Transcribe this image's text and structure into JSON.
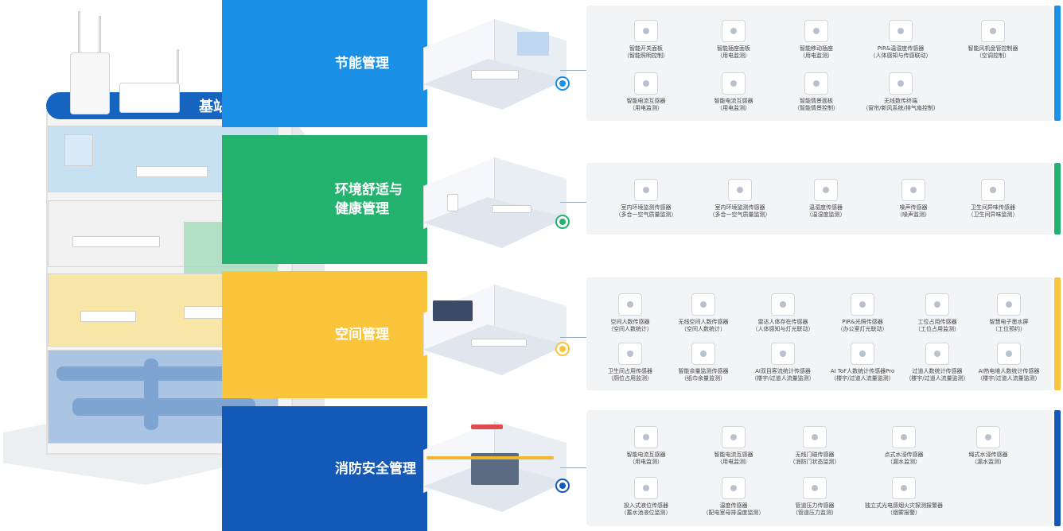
{
  "gateway": {
    "label": "基站网关"
  },
  "categories": [
    {
      "label_lines": [
        "节能管理"
      ],
      "color": "#1a90e6"
    },
    {
      "label_lines": [
        "环境舒适与",
        "健康管理"
      ],
      "color": "#24b36f"
    },
    {
      "label_lines": [
        "空间管理"
      ],
      "color": "#fac53a"
    },
    {
      "label_lines": [
        "消防安全管理"
      ],
      "color": "#1559b8"
    }
  ],
  "panels": [
    {
      "accent": "#1a90e6",
      "sensors": [
        {
          "name": "智能开关面板",
          "sub": "（智能照明控制）"
        },
        {
          "name": "智能插座面板",
          "sub": "（用电监测）"
        },
        {
          "name": "智能移动插座",
          "sub": "（用电监测）"
        },
        {
          "name": "PIR&温湿度传感器",
          "sub": "（人体感知与传感联动）"
        },
        {
          "name": "智能风机盘管控制器",
          "sub": "（空调控制）"
        },
        {
          "name": "智能电流互感器",
          "sub": "（用电监测）"
        },
        {
          "name": "智能电流互感器",
          "sub": "（用电监测）"
        },
        {
          "name": "智能情景面板",
          "sub": "（智能情景控制）"
        },
        {
          "name": "无线数传终端",
          "sub": "（窗帘/新风系统/排气扇控制）"
        }
      ]
    },
    {
      "accent": "#24b36f",
      "sensors": [
        {
          "name": "室内环境监测传感器",
          "sub": "（多合一空气质量监测）"
        },
        {
          "name": "室内环境监测传感器",
          "sub": "（多合一空气质量监测）"
        },
        {
          "name": "温湿度传感器",
          "sub": "（温湿度监测）"
        },
        {
          "name": "噪声传感器",
          "sub": "（噪声监测）"
        },
        {
          "name": "卫生间异味传感器",
          "sub": "（卫生间异味监测）"
        }
      ]
    },
    {
      "accent": "#fac53a",
      "sensors": [
        {
          "name": "空间人数传感器",
          "sub": "（空间人数统计）"
        },
        {
          "name": "无线空间人数传感器",
          "sub": "（空间人数统计）"
        },
        {
          "name": "雷达人体存在传感器",
          "sub": "（人体感知与灯光联动）"
        },
        {
          "name": "PIR&光照传感器",
          "sub": "（办公室灯光联动）"
        },
        {
          "name": "工位占用传感器",
          "sub": "（工位占用监测）"
        },
        {
          "name": "智慧电子墨水屏",
          "sub": "（工位预约）"
        },
        {
          "name": "卫生间占用传感器",
          "sub": "（厕位占用监测）"
        },
        {
          "name": "智能余量监测传感器",
          "sub": "（纸巾余量监测）"
        },
        {
          "name": "AI双目客流统计传感器",
          "sub": "（楼宇/过道人流量监测）"
        },
        {
          "name": "AI ToF人数统计传感器Pro",
          "sub": "（楼宇/过道人流量监测）"
        },
        {
          "name": "过道人数统计传感器",
          "sub": "（楼宇/过道人流量监测）"
        },
        {
          "name": "AI热电堆人数统计传感器",
          "sub": "（楼宇/过道人流量监测）"
        }
      ]
    },
    {
      "accent": "#1559b8",
      "sensors": [
        {
          "name": "智能电流互感器",
          "sub": "（用电监测）"
        },
        {
          "name": "智能电流互感器",
          "sub": "（用电监测）"
        },
        {
          "name": "无线门磁传感器",
          "sub": "（消防门状态监测）"
        },
        {
          "name": "点式水浸传感器",
          "sub": "（漏水监测）"
        },
        {
          "name": "绳式水浸传感器",
          "sub": "（漏水监测）"
        },
        {
          "name": "投入式液位传感器",
          "sub": "（蓄水池液位监测）"
        },
        {
          "name": "温度传感器",
          "sub": "（配电室母排温度监测）"
        },
        {
          "name": "管道压力传感器",
          "sub": "（管道压力监测）"
        },
        {
          "name": "独立式光电感烟火灾探测报警器",
          "sub": "（烟雾报警）"
        }
      ]
    }
  ]
}
